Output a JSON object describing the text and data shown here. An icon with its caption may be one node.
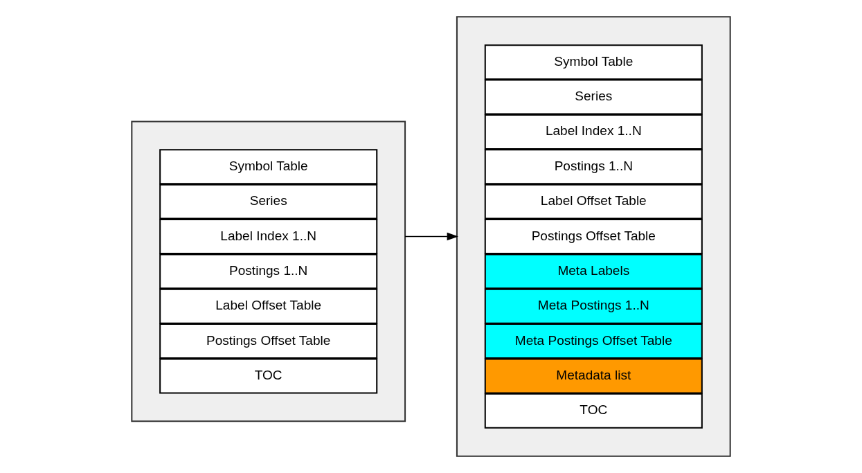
{
  "diagram": {
    "nodes": [
      {
        "text": [],
        "shape": "box"
      },
      {
        "text": [
          "Symbol Table"
        ],
        "in": 0
      },
      {
        "text": [
          "Series"
        ],
        "in": 0
      },
      {
        "text": [
          "Label Index 1..N"
        ],
        "in": 0
      },
      {
        "text": [
          "Postings 1..N"
        ],
        "in": 0
      },
      {
        "text": [
          "Label Offset Table"
        ],
        "in": 0
      },
      {
        "text": [
          "Postings Offset Table"
        ],
        "in": 0
      },
      {
        "text": [
          "TOC"
        ],
        "in": 0
      },
      {
        "text": [],
        "shape": "box"
      },
      {
        "text": [
          "Symbol Table"
        ],
        "in": 8
      },
      {
        "text": [
          "Series"
        ],
        "in": 8
      },
      {
        "text": [
          "Label Index 1..N"
        ],
        "in": 8
      },
      {
        "text": [
          "Postings 1..N"
        ],
        "in": 8
      },
      {
        "text": [
          "Label Offset Table"
        ],
        "in": 8
      },
      {
        "text": [
          "Postings Offset Table"
        ],
        "in": 8
      },
      {
        "text": [
          "Meta Labels"
        ],
        "in": 8
      },
      {
        "text": [
          "Meta Postings 1..N"
        ],
        "in": 8
      },
      {
        "text": [
          "Meta Postings Offset Table"
        ],
        "in": 8
      },
      {
        "text": [
          "Metadata list"
        ],
        "in": 8
      },
      {
        "text": [
          "TOC"
        ],
        "in": 8
      }
    ],
    "edges": [
      {
        "from": 0,
        "to": 8,
        "arrow": "to"
      }
    ]
  }
}
